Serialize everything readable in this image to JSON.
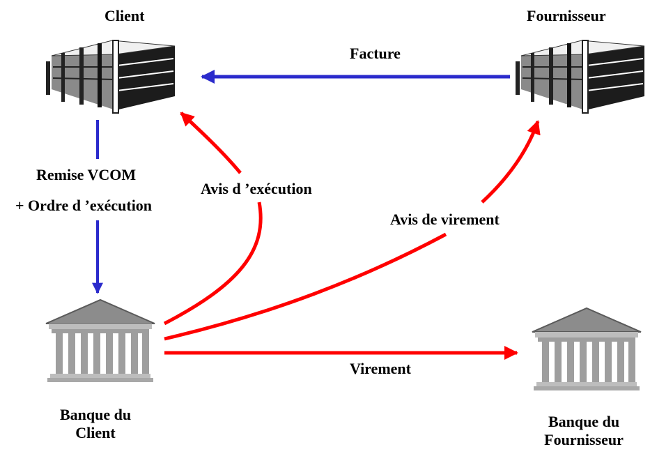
{
  "nodes": {
    "client": {
      "label": "Client",
      "icon": "office-building-icon"
    },
    "supplier": {
      "label": "Fournisseur",
      "icon": "office-building-icon"
    },
    "client_bank": {
      "label_line1": "Banque du",
      "label_line2": "Client",
      "icon": "bank-building-icon"
    },
    "supplier_bank": {
      "label_line1": "Banque du",
      "label_line2": "Fournisseur",
      "icon": "bank-building-icon"
    }
  },
  "flows": {
    "invoice": {
      "label": "Facture",
      "color": "#2b2bcc"
    },
    "remittance": {
      "label_line1": "Remise VCOM",
      "label_line2": "+ Ordre d ’exécution",
      "color": "#2b2bcc"
    },
    "execution_notice": {
      "label": "Avis d  ’exécution",
      "color": "#ff0000"
    },
    "transfer_notice": {
      "label": "Avis de virement",
      "color": "#ff0000"
    },
    "transfer": {
      "label": "Virement",
      "color": "#ff0000"
    }
  }
}
